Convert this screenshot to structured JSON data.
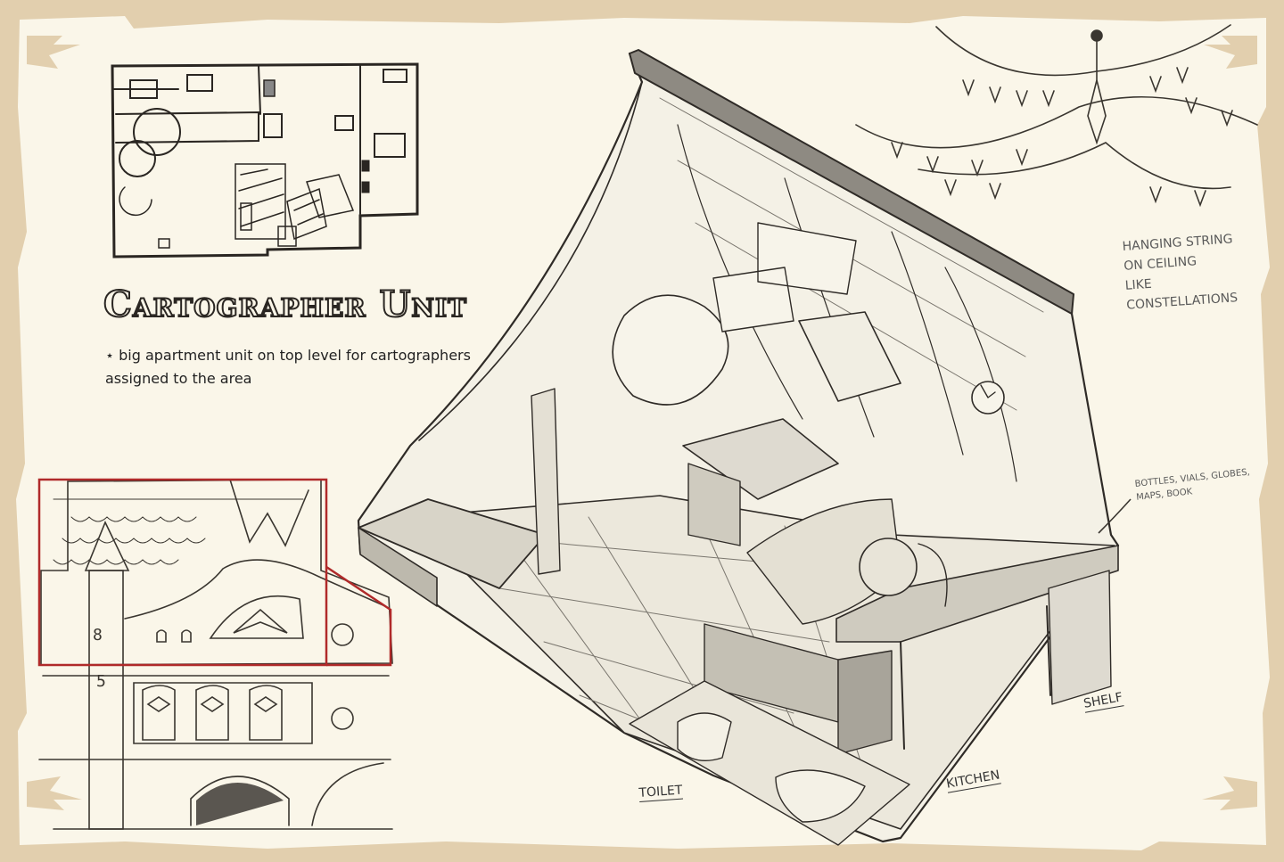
{
  "title": "Cartographer Unit",
  "description": "⋆ big apartment unit on top level for cartographers assigned to the area",
  "notes": {
    "hanging_string": [
      "Hanging string",
      "on ceiling",
      "like",
      "constellations"
    ],
    "bottles": [
      "Bottles, vials, globes,",
      "maps, book"
    ]
  },
  "room_labels": {
    "toilet": "Toilet",
    "kitchen": "Kitchen",
    "shelf": "Shelf"
  },
  "colors": {
    "frame": "#e2cfae",
    "paper": "#faf6e9",
    "ink": "#2a2622",
    "highlight": "#b02a2a",
    "shade": "#a8a49a"
  }
}
